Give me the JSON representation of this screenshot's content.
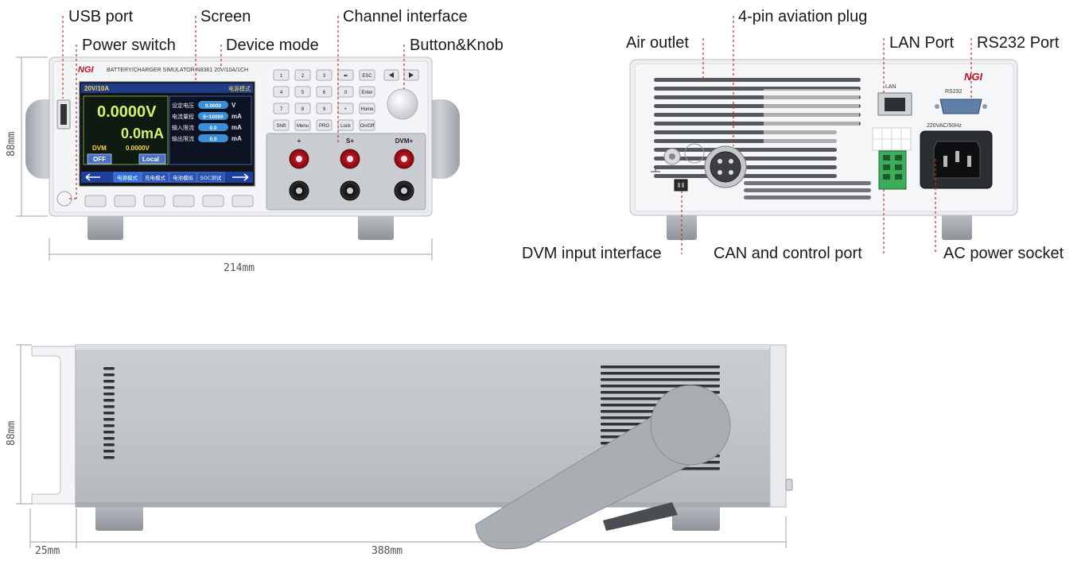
{
  "callouts": {
    "usb_port": "USB port",
    "power_switch": "Power switch",
    "screen": "Screen",
    "device_mode": "Device mode",
    "channel_interface": "Channel interface",
    "button_knob": "Button&Knob",
    "air_outlet": "Air outlet",
    "aviation_plug": "4-pin aviation plug",
    "lan_port": "LAN Port",
    "rs232_port": "RS232 Port",
    "dvm_input": "DVM input interface",
    "can_port": "CAN and control port",
    "ac_socket": "AC power socket"
  },
  "dimensions": {
    "front_height": "88mm",
    "front_width": "214mm",
    "side_height": "88mm",
    "side_handle_depth": "25mm",
    "side_depth": "388mm"
  },
  "front_panel": {
    "brand": "NGI",
    "model_text": "BATTERY/CHARGER SIMULATOR N8361 20V/10A/1CH",
    "screen": {
      "range": "20V/10A",
      "mode": "电源模式",
      "voltage": "0.0000V",
      "current": "0.0mA",
      "dvm_label": "DVM",
      "dvm_value": "0.0000V",
      "off": "OFF",
      "local": "Local",
      "params": [
        {
          "name": "设定电压",
          "value": "0.0000",
          "unit": "V"
        },
        {
          "name": "电流量程",
          "value": "0~10000",
          "unit": "mA"
        },
        {
          "name": "输入限流",
          "value": "0.0",
          "unit": "mA"
        },
        {
          "name": "输出限流",
          "value": "0.0",
          "unit": "mA"
        }
      ],
      "tabs": [
        "电源模式",
        "充电模式",
        "电池模拟",
        "SOC测试"
      ]
    },
    "keypad": [
      [
        "1",
        "2",
        "3",
        "⬅",
        "ESC"
      ],
      [
        "4",
        "5",
        "6",
        "0",
        "Enter"
      ],
      [
        "7",
        "8",
        "9",
        "+",
        "Home"
      ],
      [
        "Shift",
        "Menu",
        "PRO",
        "Lock",
        "On/Off"
      ]
    ],
    "terminal_labels": [
      "+",
      "S+",
      "DVM+"
    ]
  },
  "rear_panel": {
    "brand": "NGI",
    "lan_label": "LAN",
    "rs232_label": "RS232",
    "ac_label": "220VAC/50Hz"
  }
}
